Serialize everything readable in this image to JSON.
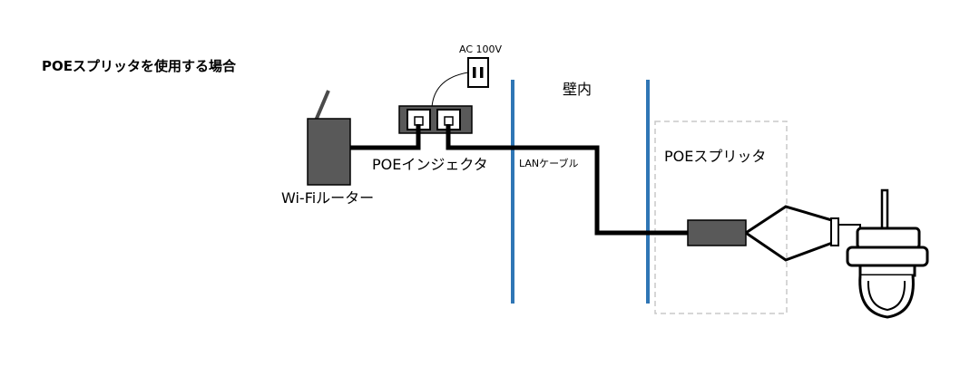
{
  "title": "POEスプリッタを使用する場合",
  "labels": {
    "ac": "AC 100V",
    "wall": "壁内",
    "router": "Wi-Fiルーター",
    "injector": "POEインジェクタ",
    "cable": "LANケーブル",
    "splitter": "POEスプリッタ"
  },
  "colors": {
    "wall_line": "#2f76b5",
    "device_fill": "#595959",
    "splitter_box": "#c8c8c8"
  },
  "icons": [
    "antenna-icon",
    "wall-outlet-icon",
    "ethernet-port-icon",
    "ptz-camera-icon"
  ]
}
